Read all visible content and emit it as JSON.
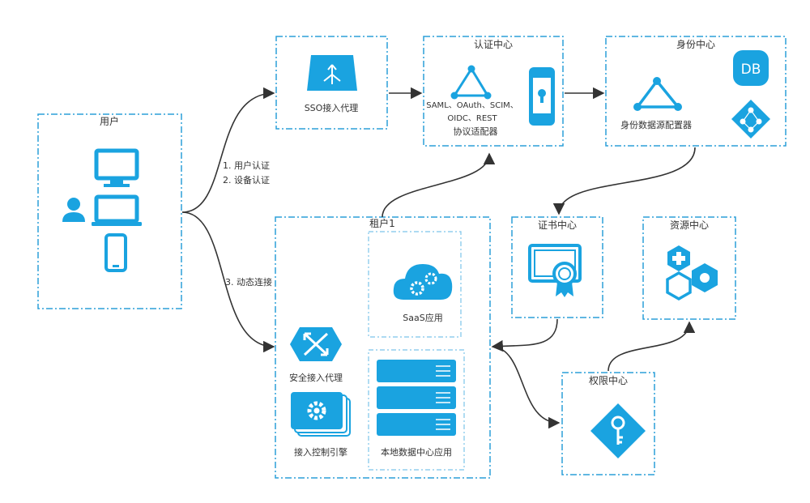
{
  "colors": {
    "accent": "#1aa3e0",
    "border": "#2b9fd9",
    "line": "#333333"
  },
  "users_box": {
    "title": "用户",
    "icons": [
      "desktop-icon",
      "laptop-icon",
      "phone-icon",
      "person-icon"
    ]
  },
  "sso_box": {
    "label": "SSO接入代理",
    "icon": "sso-proxy-icon"
  },
  "auth_box": {
    "title": "认证中心",
    "protocols_line1": "SAML、OAuth、SCIM、",
    "protocols_line2": "OIDC、REST",
    "label": "协议适配器",
    "icons": [
      "triangle-network-icon",
      "phone-lock-icon"
    ]
  },
  "identity_box": {
    "title": "身份中心",
    "db_text": "DB",
    "label": "身份数据源配置器",
    "icons": [
      "triangle-network-icon",
      "database-icon",
      "directory-icon"
    ]
  },
  "cert_box": {
    "title": "证书中心",
    "icon": "certificate-icon"
  },
  "resource_box": {
    "title": "资源中心",
    "icon": "hexagon-resources-icon"
  },
  "permission_box": {
    "title": "权限中心",
    "icon": "key-diamond-icon"
  },
  "tenant_box": {
    "title": "租户1",
    "saas_label": "SaaS应用",
    "local_label": "本地数据中心应用",
    "secure_proxy_label": "安全接入代理",
    "engine_label": "接入控制引擎"
  },
  "edge_labels": {
    "step1": "1. 用户认证",
    "step2": "2. 设备认证",
    "step3": "3. 动态连接"
  }
}
